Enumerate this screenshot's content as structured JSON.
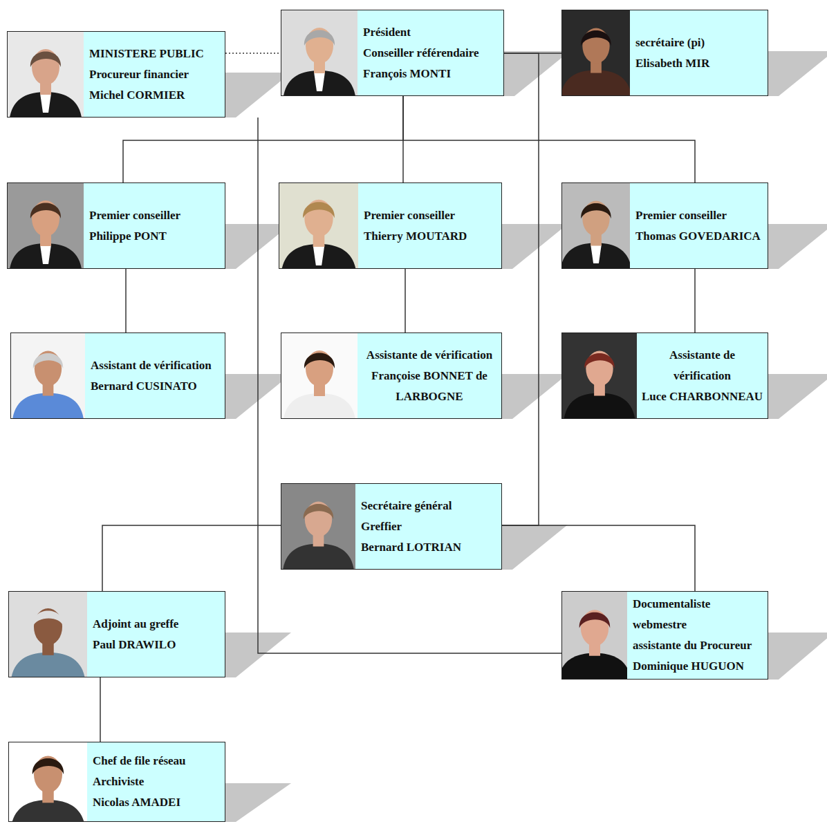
{
  "diagram": {
    "nodes": [
      {
        "text": [
          "MINISTERE PUBLIC",
          "Procureur financier",
          "Michel CORMIER"
        ]
      },
      {
        "text": [
          "Président",
          "Conseiller référendaire",
          "François MONTI"
        ]
      },
      {
        "text": [
          "secrétaire (pi)",
          "Elisabeth MIR"
        ]
      },
      {
        "text": [
          "Premier conseiller",
          "Philippe PONT"
        ]
      },
      {
        "text": [
          "Premier conseiller",
          "Thierry MOUTARD"
        ]
      },
      {
        "text": [
          "Premier conseiller",
          "Thomas GOVEDARICA"
        ]
      },
      {
        "text": [
          "Assistant de vérification",
          "Bernard CUSINATO"
        ]
      },
      {
        "text": [
          "Assistante de vérification",
          "Françoise BONNET de LARBOGNE"
        ]
      },
      {
        "text": [
          "Assistante de vérification",
          "Luce CHARBONNEAU"
        ]
      },
      {
        "text": [
          "Secrétaire général",
          "Greffier",
          "Bernard LOTRIAN"
        ]
      },
      {
        "text": [
          "Adjoint au greffe",
          "Paul DRAWILO"
        ]
      },
      {
        "text": [
          "Documentaliste",
          "webmestre",
          "assistante du Procureur",
          "Dominique HUGUON"
        ]
      },
      {
        "text": [
          "Chef de file réseau",
          "Archiviste",
          "Nicolas AMADEI"
        ]
      }
    ],
    "edges": [
      {
        "from": 0,
        "to": 1,
        "arrow": "none"
      },
      {
        "from": 1,
        "to": 2,
        "arrow": "none"
      },
      {
        "from": 1,
        "to": 3,
        "arrow": "none"
      },
      {
        "from": 1,
        "to": 4,
        "arrow": "none"
      },
      {
        "from": 1,
        "to": 5,
        "arrow": "none"
      },
      {
        "from": 1,
        "to": 9,
        "arrow": "none"
      },
      {
        "from": 0,
        "to": 11,
        "arrow": "none"
      },
      {
        "from": 3,
        "to": 6,
        "arrow": "none"
      },
      {
        "from": 4,
        "to": 7,
        "arrow": "none"
      },
      {
        "from": 5,
        "to": 8,
        "arrow": "none"
      },
      {
        "from": 9,
        "to": 10,
        "arrow": "none"
      },
      {
        "from": 9,
        "to": 11,
        "arrow": "none"
      },
      {
        "from": 10,
        "to": 12,
        "arrow": "none"
      }
    ]
  }
}
